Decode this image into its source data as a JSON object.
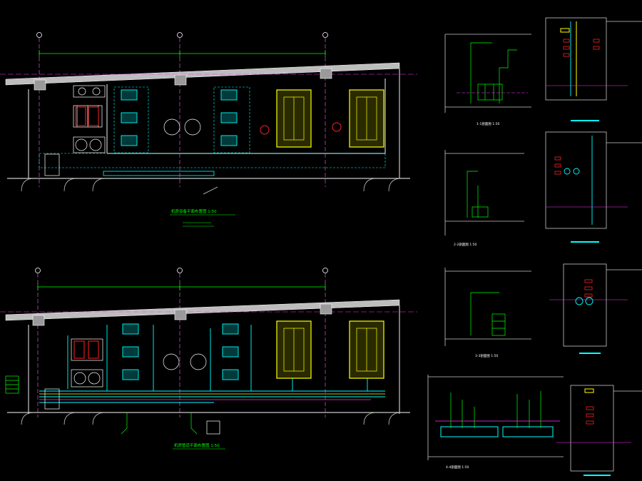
{
  "drawing": {
    "background": "#000000",
    "colors": {
      "wall": "#c8c8c8",
      "dim": "#00ff00",
      "grid": "#ff33ff",
      "axis": "#ff66ff",
      "cyan": "#00ffff",
      "yellow": "#ffff00",
      "red": "#ff2020",
      "white": "#ffffff",
      "orange": "#ff9900"
    },
    "plan_top_title": "机房设备平面布置图 1:50",
    "plan_bottom_title": "机房管道平面布置图 1:50",
    "section_1_title": "1-1剖面图 1:50",
    "section_2_title": "2-2剖面图 1:50",
    "section_3_title": "3-3剖面图 1:50",
    "section_4_title": "4-4剖面图 1:50"
  }
}
